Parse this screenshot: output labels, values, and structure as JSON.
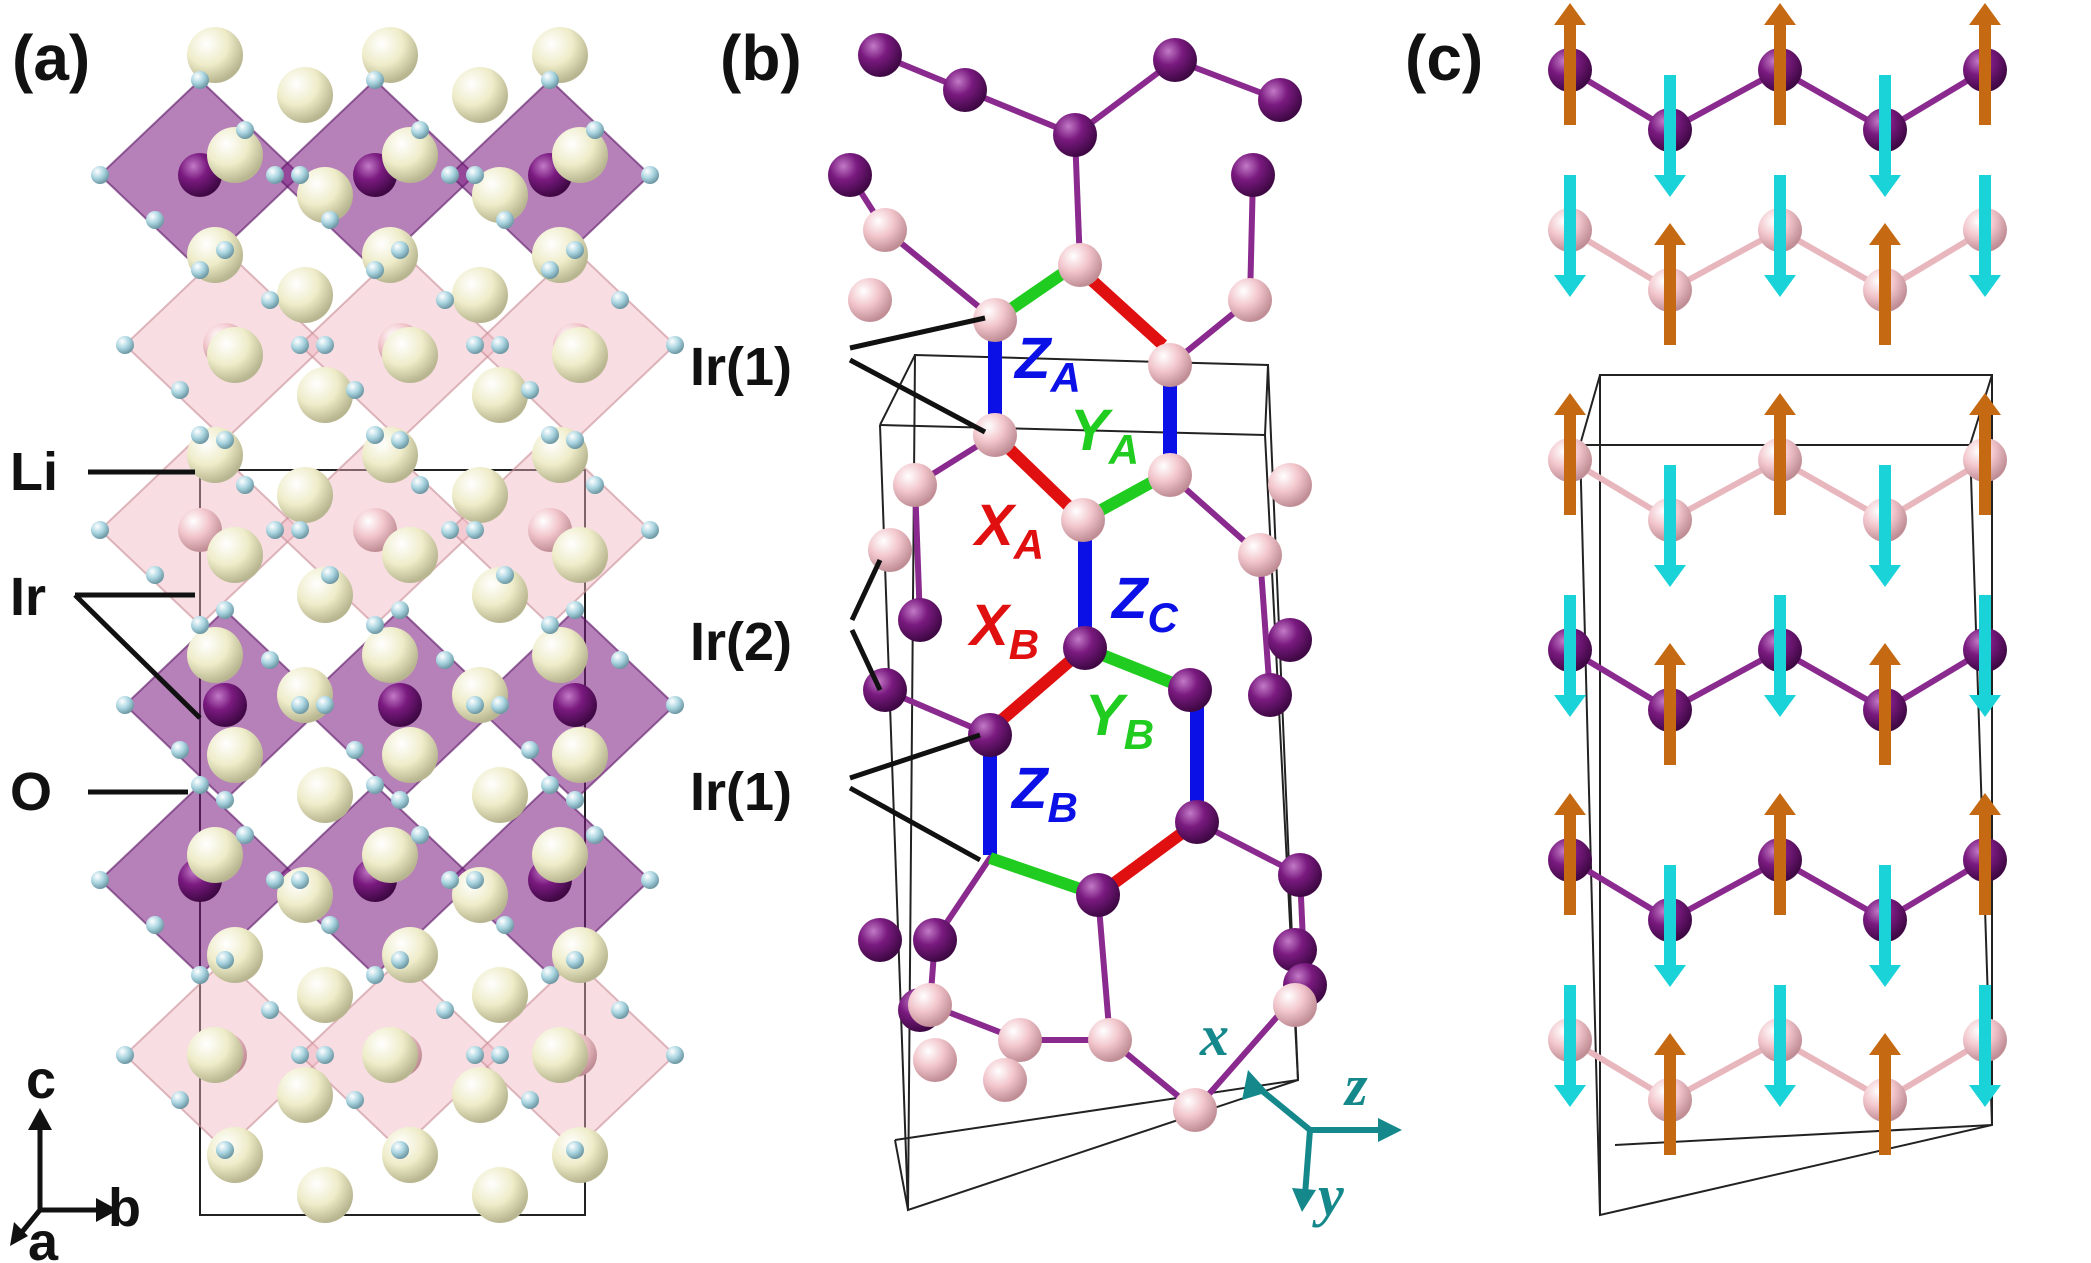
{
  "panels": [
    {
      "id": "a",
      "label": "(a)"
    },
    {
      "id": "b",
      "label": "(b)"
    },
    {
      "id": "c",
      "label": "(c)"
    }
  ],
  "atom_labels": {
    "li": "Li",
    "ir": "Ir",
    "o": "O",
    "ir1": "Ir(1)",
    "ir2": "Ir(2)"
  },
  "bond_labels": [
    {
      "letter": "Z",
      "sub": "A",
      "color": "#0a10e6"
    },
    {
      "letter": "Y",
      "sub": "A",
      "color": "#1fcc1f"
    },
    {
      "letter": "X",
      "sub": "A",
      "color": "#e01010"
    },
    {
      "letter": "Z",
      "sub": "C",
      "color": "#0a10e6"
    },
    {
      "letter": "X",
      "sub": "B",
      "color": "#e01010"
    },
    {
      "letter": "Y",
      "sub": "B",
      "color": "#1fcc1f"
    },
    {
      "letter": "Z",
      "sub": "B",
      "color": "#0a10e6"
    }
  ],
  "lattice_axes": {
    "c": "c",
    "b": "b",
    "a": "a"
  },
  "spin_axes": {
    "x": "x",
    "y": "y",
    "z": "z",
    "color": "#14888a"
  },
  "colors": {
    "ir_dark": "#7a1a80",
    "ir_light": "#f2c6cc",
    "li": "#f0efd0",
    "oxygen": "#a8d4e0",
    "bond_x": "#e01010",
    "bond_y": "#1fcc1f",
    "bond_z": "#0a10e6",
    "spin_down": "#19d3d8",
    "spin_up": "#c56a12"
  }
}
